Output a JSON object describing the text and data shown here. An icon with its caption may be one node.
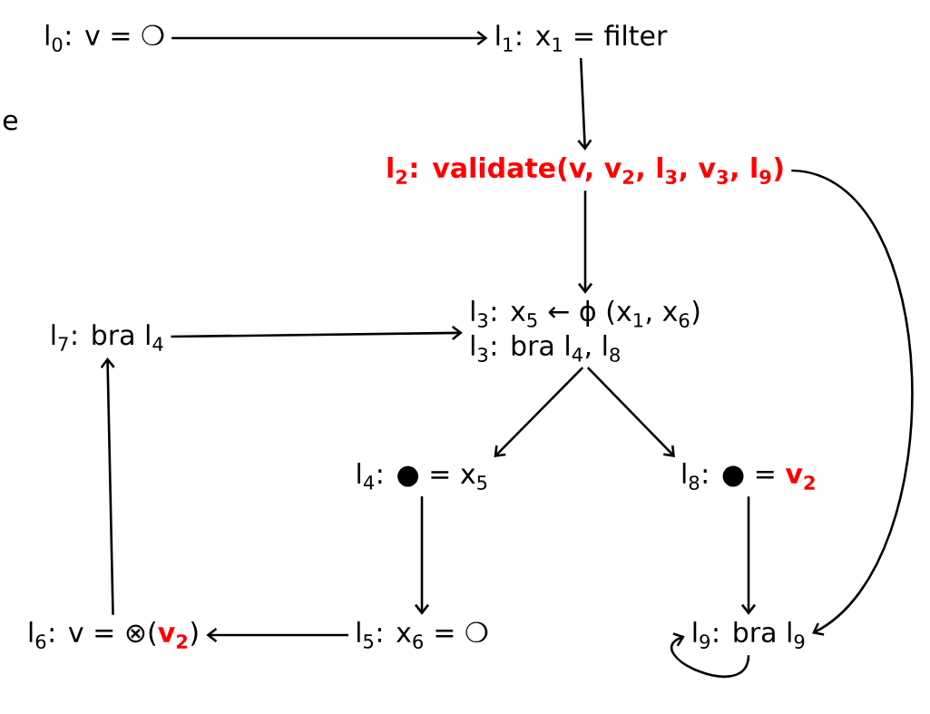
{
  "diagram": {
    "nodes": [
      {
        "text": [
          "l$_{0}$: v = ❍"
        ]
      },
      {
        "text": [
          "l$_{1}$: x$_{1}$ = filter"
        ]
      },
      {
        "text": [
          "l$_{2}$: validate(v, v$_{2}$, l$_{3}$, v$_{3}$, l$_{9}$)"
        ]
      },
      {
        "text": [
          "l$_{7}$: bra l$_{4}$"
        ]
      },
      {
        "text": [
          "l$_{3}$: x$_{5}$ ← ϕ (x$_{1}$, x$_{6}$)",
          "l$_{3}$: bra l$_{4}$, l$_{8}$"
        ]
      },
      {
        "text": [
          "l$_{4}$: ● = x$_{5}$"
        ]
      },
      {
        "text": [
          "l$_{8}$: ● = **v$_{2}$**"
        ]
      },
      {
        "text": [
          "l$_{6}$: v = ⊗(**v$_{2}$**)"
        ]
      },
      {
        "text": [
          "l$_{5}$: x$_{6}$ = ❍"
        ]
      },
      {
        "text": [
          "l$_{9}$: bra l$_{9}$"
        ]
      }
    ],
    "edges": [
      {
        "from": 0,
        "to": 1,
        "arrow": "to"
      },
      {
        "from": 1,
        "to": 2,
        "arrow": "to"
      },
      {
        "from": 2,
        "to": 4,
        "arrow": "to"
      },
      {
        "from": 3,
        "to": 4,
        "arrow": "to"
      },
      {
        "from": 4,
        "to": 5,
        "arrow": "to"
      },
      {
        "from": 4,
        "to": 6,
        "arrow": "to"
      },
      {
        "from": 5,
        "to": 8,
        "arrow": "to"
      },
      {
        "from": 6,
        "to": 9,
        "arrow": "to"
      },
      {
        "from": 8,
        "to": 7,
        "arrow": "to"
      },
      {
        "from": 7,
        "to": 3,
        "arrow": "to"
      },
      {
        "from": 2,
        "to": 9,
        "arrow": "to"
      },
      {
        "from": 9,
        "to": 9,
        "arrow": "to"
      }
    ],
    "labels": [
      "e"
    ]
  }
}
